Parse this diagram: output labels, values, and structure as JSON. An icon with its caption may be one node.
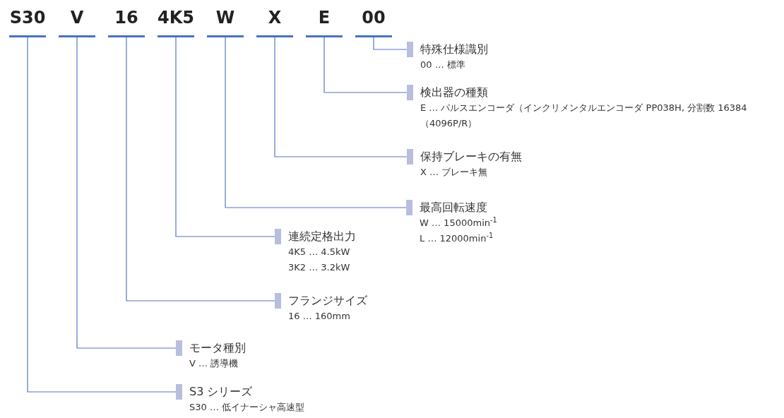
{
  "diagram": {
    "nodes": [
      {
        "text": [
          "S30"
        ]
      },
      {
        "text": [
          "V"
        ]
      },
      {
        "text": [
          "16"
        ]
      },
      {
        "text": [
          "4K5"
        ]
      },
      {
        "text": [
          "W"
        ]
      },
      {
        "text": [
          "X"
        ]
      },
      {
        "text": [
          "E"
        ]
      },
      {
        "text": [
          "00"
        ]
      },
      {
        "text": [
          "特殊仕様識別",
          "00 … 標準"
        ]
      },
      {
        "text": [
          "検出器の種類",
          "E … パルスエンコーダ（インクリメンタルエンコーダ PP038H, 分割数 16384（4096P/R）"
        ]
      },
      {
        "text": [
          "保持ブレーキの有無",
          "X … ブレーキ無"
        ]
      },
      {
        "text": [
          "最高回転速度",
          "W … 15000min$^{-1}$",
          "L … 12000min$^{-1}$"
        ]
      },
      {
        "text": [
          "連続定格出力",
          "4K5 … 4.5kW",
          "3K2 … 3.2kW"
        ]
      },
      {
        "text": [
          "フランジサイズ",
          "16 … 160mm"
        ]
      },
      {
        "text": [
          "モータ種別",
          "V … 誘導機"
        ]
      },
      {
        "text": [
          "S3 シリーズ",
          "S30 … 低イナーシャ高速型"
        ]
      }
    ],
    "edges": [
      {
        "from": 7,
        "to": 8,
        "arrow": "none"
      },
      {
        "from": 6,
        "to": 9,
        "arrow": "none"
      },
      {
        "from": 5,
        "to": 10,
        "arrow": "none"
      },
      {
        "from": 4,
        "to": 11,
        "arrow": "none"
      },
      {
        "from": 3,
        "to": 12,
        "arrow": "none"
      },
      {
        "from": 2,
        "to": 13,
        "arrow": "none"
      },
      {
        "from": 1,
        "to": 14,
        "arrow": "none"
      },
      {
        "from": 0,
        "to": 15,
        "arrow": "none"
      }
    ]
  }
}
